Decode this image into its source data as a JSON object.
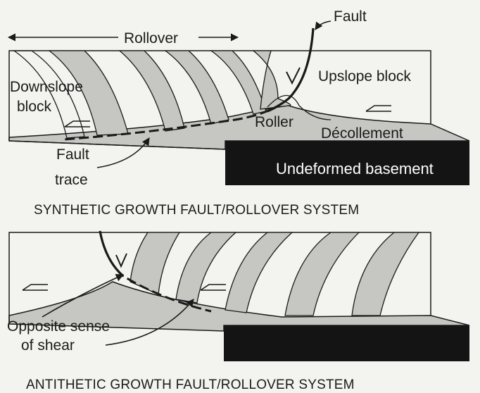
{
  "top_panel": {
    "caption": "SYNTHETIC GROWTH FAULT/ROLLOVER SYSTEM",
    "labels": {
      "rollover": "Rollover",
      "fault": "Fault",
      "downslope_line1": "Downslope",
      "downslope_line2": "block",
      "upslope_block": "Upslope block",
      "roller": "Roller",
      "decollement": "Décollement",
      "fault_trace_line1": "Fault",
      "fault_trace_line2": "trace",
      "basement": "Undeformed basement"
    }
  },
  "bottom_panel": {
    "caption": "ANTITHETIC GROWTH FAULT/ROLLOVER SYSTEM",
    "labels": {
      "shear_line1": "Opposite sense",
      "shear_line2": "of shear"
    }
  },
  "colors": {
    "background": "#f3f3ef",
    "strata_fill": "#c6c6c2",
    "basement_fill": "#141414",
    "line": "#1a1a1a"
  }
}
